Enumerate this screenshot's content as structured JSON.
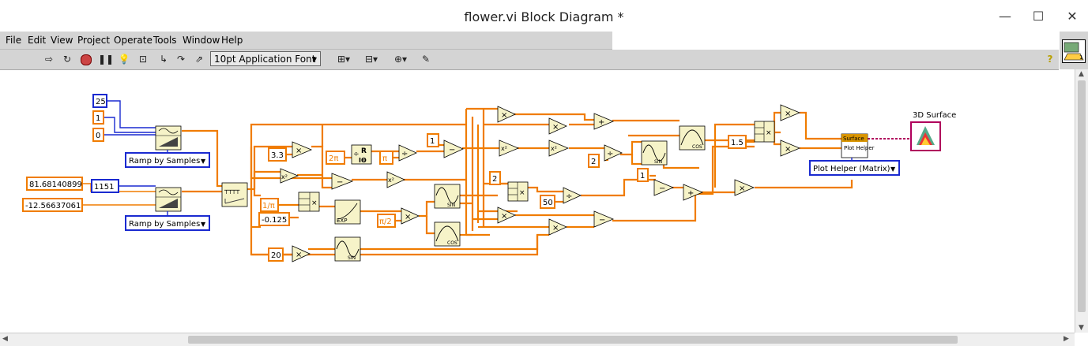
{
  "window": {
    "title": "flower.vi Block Diagram *",
    "minimize": "—",
    "maximize": "☐",
    "close": "✕"
  },
  "menu": [
    "File",
    "Edit",
    "View",
    "Project",
    "Operate",
    "Tools",
    "Window",
    "Help"
  ],
  "toolbar": {
    "font": "10pt Application Font",
    "help": "?"
  },
  "diagram": {
    "constants": {
      "c25": "25",
      "c1a": "1",
      "c0": "0",
      "c8168": "81.68140899",
      "c1151": "1151",
      "cneg1256": "-12.56637061",
      "c33": "3.3",
      "c2pi": "2π",
      "cpi": "π",
      "c1b": "1",
      "c1overpi": "1/π",
      "cneg0125": "-0.125",
      "cpi2": "π/2",
      "c20": "20",
      "c2a": "2",
      "c50": "50",
      "c2b": "2",
      "c1c": "1",
      "c15": "1.5"
    },
    "rings": {
      "ramp1": "Ramp by Samples",
      "ramp2": "Ramp by Samples",
      "plothelper": "Plot Helper (Matrix)"
    },
    "labels": {
      "surface3d": "3D Surface",
      "surface_sub": "Surface",
      "plot_helper": "Plot Helper"
    },
    "glyphs": {
      "mul": "×",
      "add": "+",
      "sub": "−",
      "div": "÷",
      "sq": "x²",
      "sin": "SIN",
      "cos": "COS",
      "exp": "EXP",
      "r": "R",
      "io": "IΘ"
    }
  }
}
